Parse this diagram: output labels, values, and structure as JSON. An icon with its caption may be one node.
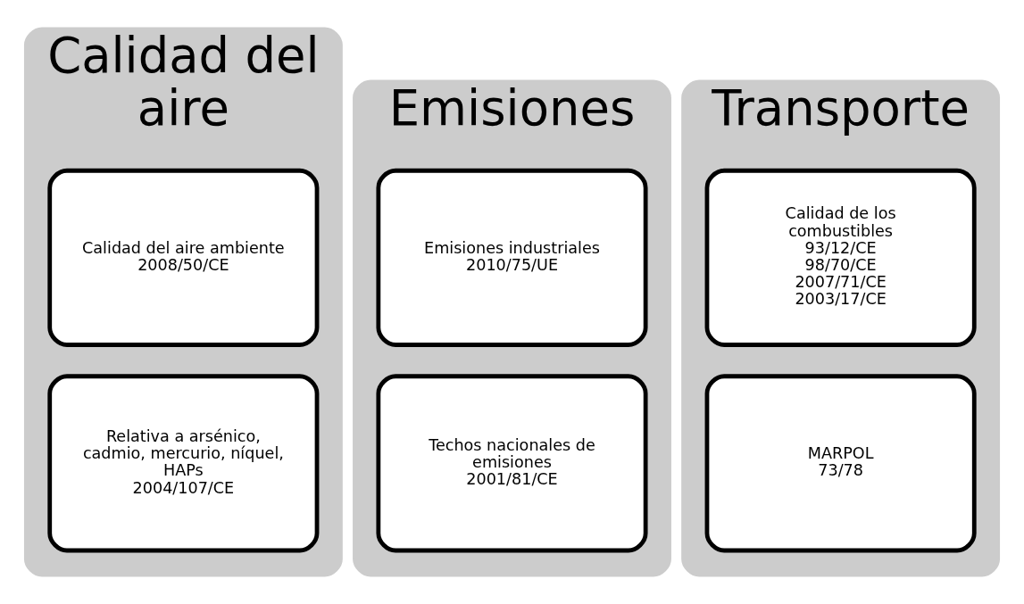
{
  "diagram": {
    "nodes": [
      {
        "text": [
          "Calidad del aire"
        ]
      },
      {
        "text": [
          "Calidad del aire ambiente",
          "2008/50/CE"
        ],
        "in": 0
      },
      {
        "text": [
          "Relativa a arsénico, cadmio, mercurio, níquel, HAPs",
          "2004/107/CE"
        ],
        "in": 0
      },
      {
        "text": [
          "Emisiones"
        ]
      },
      {
        "text": [
          "Emisiones industriales",
          "2010/75/UE"
        ],
        "in": 3
      },
      {
        "text": [
          "Techos nacionales de emisiones",
          "2001/81/CE"
        ],
        "in": 3
      },
      {
        "text": [
          "Transporte"
        ]
      },
      {
        "text": [
          "Calidad de los combustibles",
          "93/12/CE",
          "98/70/CE",
          "2007/71/CE",
          "2003/17/CE"
        ],
        "in": 6
      },
      {
        "text": [
          "MARPOL",
          "73/78"
        ],
        "in": 6
      }
    ],
    "edges": []
  }
}
